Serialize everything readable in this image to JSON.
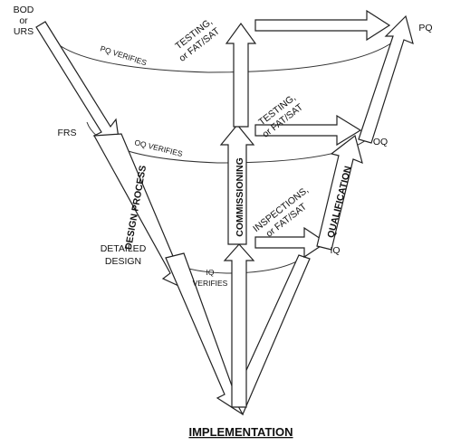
{
  "left_stack": {
    "bod_line1": "BOD",
    "bod_line2": "or",
    "bod_line3": "URS",
    "frs": "FRS",
    "detailed_line1": "DETAILED",
    "detailed_line2": "DESIGN"
  },
  "right_stack": {
    "pq": "PQ",
    "oq": "OQ",
    "iq": "IQ"
  },
  "verify_curves": {
    "pq_verifies": "PQ VERIFIES",
    "oq_verifies": "OQ VERIFIES",
    "iq_verifies_line1": "IQ",
    "iq_verifies_line2": "VERIFIES"
  },
  "phases": {
    "design_process": "DESIGN PROCESS",
    "commissioning": "COMMISSIONING",
    "qualification": "QUALIFICATION"
  },
  "tests": {
    "top_line1": "TESTING,",
    "top_line2": "or FAT/SAT",
    "mid_line1": "TESTING,",
    "mid_line2": "or FAT/SAT",
    "low_line1": "INSPECTIONS,",
    "low_line2": "or FAT/SAT"
  },
  "footer": {
    "implementation": "IMPLEMENTATION"
  }
}
